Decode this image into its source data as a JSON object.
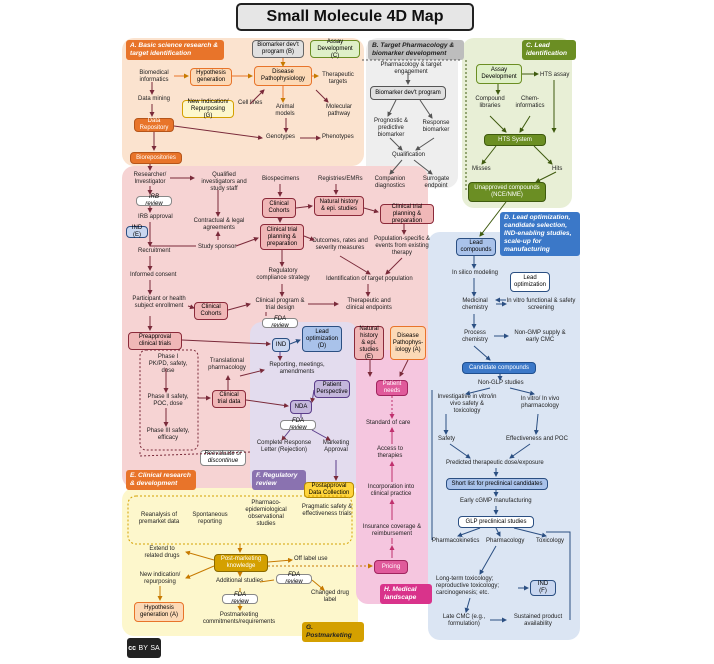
{
  "title": "Small Molecule 4D Map",
  "sections": {
    "A": "A. Basic science research & target identification",
    "B": "B. Target Pharmacology & biomarker development",
    "C": "C. Lead identification",
    "D": "D. Lead optimization, candidate selection, IND-enabling studies, scale-up for manufacturing",
    "E": "E. Clinical research & development",
    "F": "F. Regulatory review",
    "G": "G. Postmarketing",
    "H": "H. Medical landscape"
  },
  "nodes": {
    "biomarker_dev_B": "Biomarker dev't program (B)",
    "assay_dev_C": "Assay Development (C)",
    "biomedical_informatics": "Biomedical informatics",
    "hypothesis_generation": "Hypothesis generation",
    "disease_pathophysiology": "Disease Pathophysiology",
    "therapeutic_targets": "Therapeutic targets",
    "data_mining": "Data mining",
    "new_indication_G": "New Indication/ Repurposing (G)",
    "cell_lines": "Cell lines",
    "animal_models": "Animal models",
    "molecular_pathway": "Molecular pathway",
    "data_repository": "Data Repository",
    "genotypes": "Genotypes",
    "phenotypes": "Phenotypes",
    "biorepositories": "Biorepositories",
    "researcher": "Researcher/ Investigator",
    "qualified_investigators": "Qualified investigators and study staff",
    "biospecimens": "Biospecimens",
    "registries": "Registries/EMRs",
    "irb_review": "IRB review",
    "irb_approval": "IRB approval",
    "clinical_cohorts_1": "Clinical Cohorts",
    "natural_history": "Natural history & epi. studies",
    "contractual": "Contractual & legal agreements",
    "ctp_prep_1": "Clinical trial planning & preparation",
    "ind_E": "IND (E)",
    "study_sponsor": "Study sponsor",
    "ctp_prep_2": "Clinical trial planning & preparation",
    "outcomes": "Outcomes, rates and severity measures",
    "population_events": "Population-specific & events from existing therapy",
    "recruitment": "Recruitment",
    "informed_consent": "Informed consent",
    "regulatory_strategy": "Regulatory compliance strategy",
    "identification_target_pop": "Identification of target population",
    "participant": "Participant or health subject enrollment",
    "clinical_cohorts_2": "Clinical Cohorts",
    "clinical_program": "Clinical program & trial design",
    "therapeutic_endpoints": "Therapeutic and clinical endpoints",
    "fda_review_1": "FDA review",
    "preapproval": "Preapproval clinical trials",
    "ind_main": "IND",
    "lead_opt_D": "Lead optimization (D)",
    "natural_history_E": "Natural history & epi. studies (E)",
    "disease_patho_A": "Disease Pathophys- iology (A)",
    "phase_1": "Phase I PK/PD, safety, dose",
    "translational": "Translational pharmacology",
    "reporting": "Reporting, meetings, amendments",
    "patient_perspective": "Patient Perspective",
    "patient_needs": "Patient needs",
    "phase_2": "Phase II safety, POC, dose",
    "clinical_trial_data": "Clinical trial data",
    "nda": "NDA",
    "standard_of_care": "Standard of care",
    "fda_review_2": "FDA review",
    "phase_3": "Phase III safety, efficacy",
    "complete_response": "Complete Response Letter (Rejection)",
    "marketing_approval": "Marketing Approval",
    "access_therapies": "Access to therapies",
    "reevaluate": "Reevaluate or discontinue",
    "postapproval": "Postapproval Data Collection",
    "incorporation": "Incorporation into clinical practice",
    "reanalysis": "Reanalysis of premarket data",
    "spontaneous": "Spontaneous reporting",
    "pharmaco_epi": "Pharmaco- epidemiological observational studies",
    "pragmatic": "Pragmatic safety & effectiveness trials",
    "insurance": "Insurance coverage & reimbursement",
    "extend": "Extend to related drugs",
    "post_marketing_knowledge": "Post-marketing knowledge",
    "off_label": "Off label use",
    "new_indication": "New indication/ repurposing",
    "additional_studies": "Additional studies",
    "fda_review_3": "FDA review",
    "pricing": "Pricing",
    "fda_review_4": "FDA review",
    "changed_label": "Changed drug label",
    "hypothesis_A": "Hypothesis generation (A)",
    "postmarketing_commitments": "Postmarketing commitments/requirements",
    "pharma_target_engagement": "Pharmacology & target engagement",
    "biomarker_dev_program": "Biomarker dev't program",
    "prognostic": "Prognostic & predictive biomarker",
    "response_biomarker": "Response biomarker",
    "qualification": "Qualification",
    "companion": "Companion diagnostics",
    "surrogate": "Surrogate endpoint",
    "assay_development": "Assay Development",
    "hts_assay": "HTS assay",
    "compound_libraries": "Compound libraries",
    "cheminformatics": "Chem- informatics",
    "hts_system": "HTS System",
    "misses": "Misses",
    "hits": "Hits",
    "unapproved": "Unapproved compounds (NCE/NME)",
    "lead_compounds": "Lead compounds",
    "in_silico": "In silico modeling",
    "lead_optimization": "Lead optimization",
    "medicinal_chemistry": "Medicinal chemistry",
    "in_vitro_functional": "In vitro functional & safety screening",
    "process_chemistry": "Process chemistry",
    "non_gmp": "Non-GMP supply & early CMC",
    "candidate_compounds": "Candidate compounds",
    "non_glp": "Non-GLP studies",
    "investigative": "Investigative in vitro/in vivo safety & toxicology",
    "in_vitro_pharmacology": "In vitro/ In vivo pharmacology",
    "safety": "Safety",
    "effectiveness_poc": "Effectiveness and POC",
    "predicted_dose": "Predicted therapeutic dose/exposure",
    "short_list": "Short list for preclinical candidates",
    "early_cgmp": "Early cGMP manufacturing",
    "glp_preclinical": "GLP preclinical studies",
    "pharmacokinetics": "Pharmacokinetics",
    "pharmacology": "Pharmacology",
    "toxicology": "Toxicology",
    "long_term_tox": "Long-term toxicology; reproductive toxicology; carcinogenesis; etc.",
    "ind_f": "IND (F)",
    "late_cmc": "Late CMC (e.g., formulation)",
    "sustained_supply": "Sustained product availability"
  },
  "license": {
    "cc": "cc",
    "by": "BY",
    "sa": "SA"
  },
  "colors": {
    "orange": "#e8742a",
    "pink_region": "#f6d3d3",
    "peach_region": "#fbe3cf",
    "green_region": "#e8efd6",
    "blue_region": "#dbe5f3",
    "purple_region": "#e3dcee",
    "yellow_region": "#fdf7cc",
    "magenta_region": "#f5c6df",
    "arrow_dark": "#7a2a3a",
    "arrow_gray": "#555555",
    "arrow_blue": "#2b4f82",
    "arrow_magenta": "#c0306e",
    "arrow_orange": "#c77a00"
  }
}
